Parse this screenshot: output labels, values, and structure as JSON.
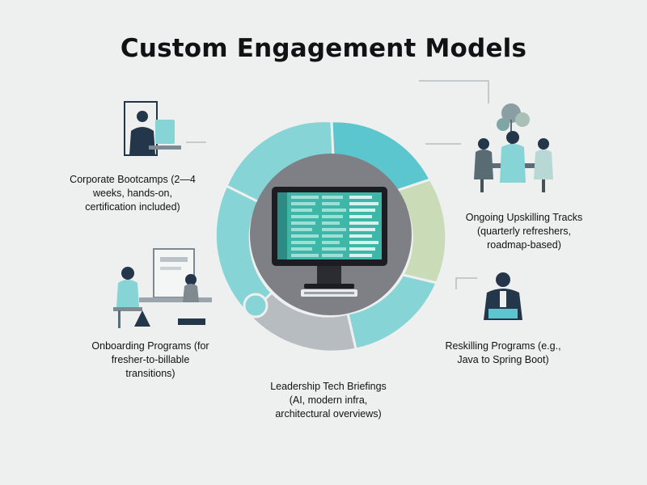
{
  "title": "Custom Engagement Models",
  "hub": {
    "icon": "computer-monitor-icon"
  },
  "colors": {
    "teal_light": "#86d4d6",
    "teal": "#5cc6cf",
    "sage": "#c9dbb7",
    "slate": "#b6bcbf",
    "hub": "#7f8085",
    "navy": "#23364a",
    "accent": "#4fc6c2"
  },
  "models": [
    {
      "id": "corporate-bootcamps",
      "icon": "person-at-desk-icon",
      "lines": [
        "Corporate Bootcamps (2—4",
        "weeks, hands-on,",
        "certification included)"
      ]
    },
    {
      "id": "ongoing-upskilling",
      "icon": "team-meeting-icon",
      "lines": [
        "Ongoing Upskilling Tracks",
        "(quarterly refreshers,",
        "roadmap-based)"
      ]
    },
    {
      "id": "onboarding-programs",
      "icon": "onboarding-classroom-icon",
      "lines": [
        "Onboarding Programs (for",
        "fresher-to-billable",
        "transitions)"
      ]
    },
    {
      "id": "reskilling-programs",
      "icon": "person-with-laptop-icon",
      "lines": [
        "Reskilling Programs  (e.g.,",
        "Java to Spring Boot)"
      ]
    },
    {
      "id": "leadership-briefings",
      "icon": "",
      "lines": [
        "Leadership Tech Briefings",
        "(AI, modern infra,",
        "architectural overviews)"
      ]
    }
  ]
}
